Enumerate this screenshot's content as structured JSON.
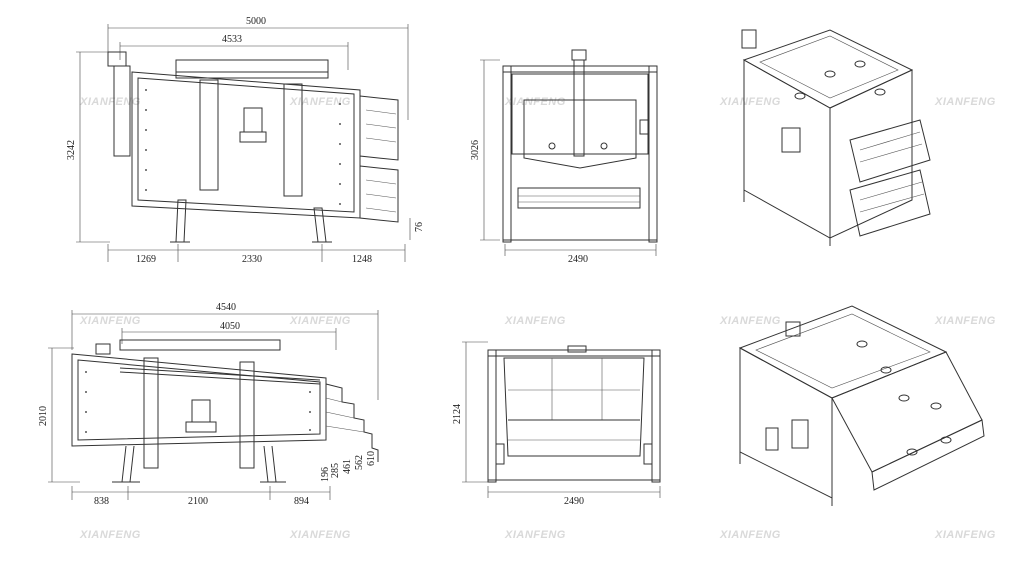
{
  "watermark": "XIANFENG",
  "views": {
    "top_side": {
      "overall_length": "5000",
      "frame_length": "4533",
      "height": "3242",
      "left_span": "1269",
      "mid_span": "2330",
      "right_span": "1248",
      "small_offset": "76"
    },
    "top_end": {
      "height": "3026",
      "width": "2490"
    },
    "bottom_side": {
      "overall_length": "4540",
      "frame_length": "4050",
      "height": "2010",
      "left_span": "838",
      "mid_span": "2100",
      "right_span": "894",
      "step_1": "196",
      "step_2": "285",
      "step_3": "461",
      "step_4": "562",
      "step_5": "610"
    },
    "bottom_end": {
      "height": "2124",
      "width": "2490"
    }
  },
  "colors": {
    "line": "#333333",
    "watermark": "#d9d9d9"
  }
}
